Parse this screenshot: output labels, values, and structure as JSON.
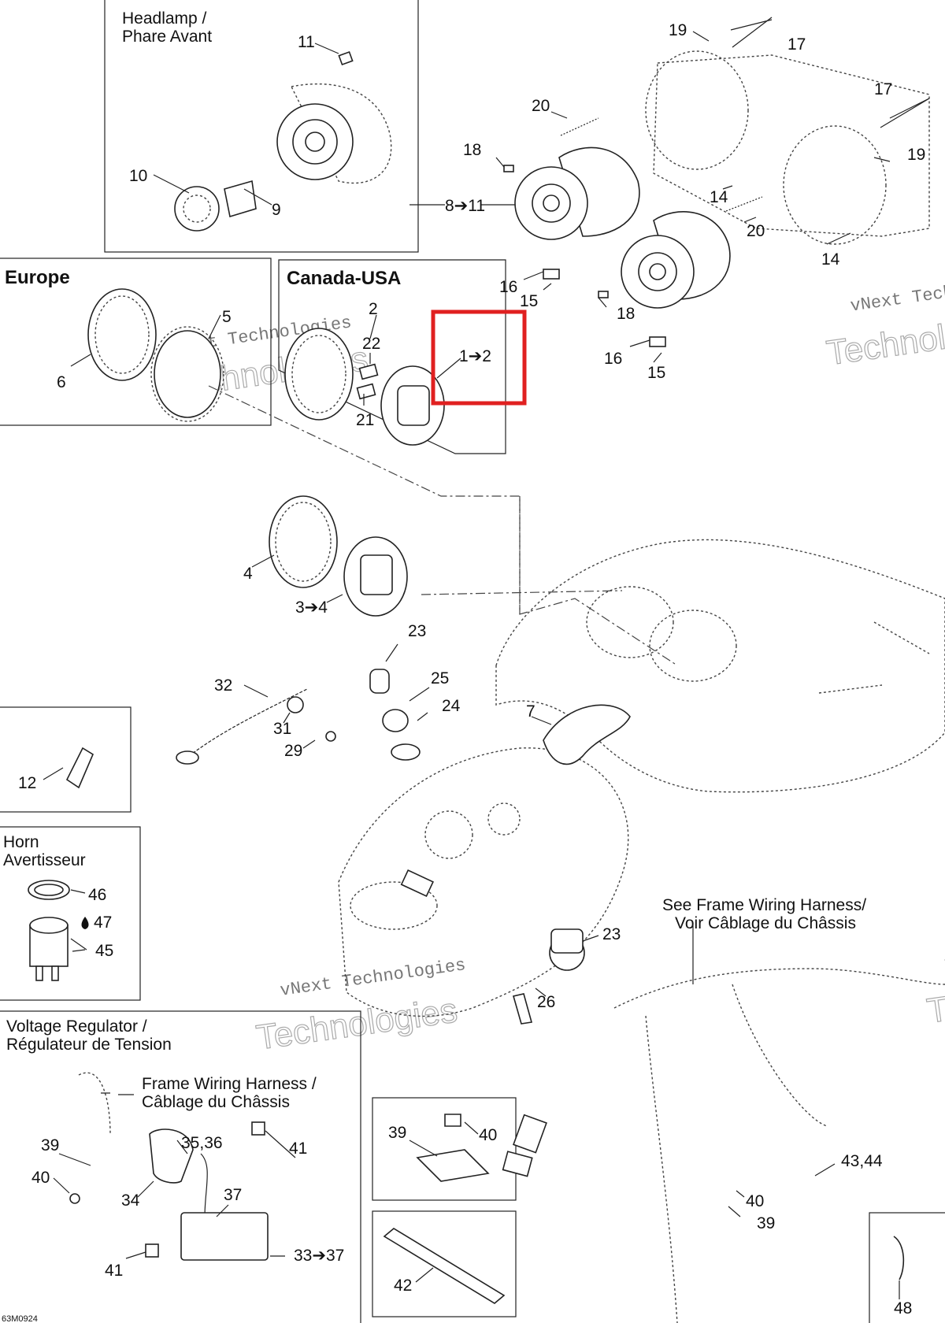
{
  "sections": {
    "headlamp_title": [
      "Headlamp /",
      "Phare Avant"
    ],
    "europe_title": "Europe",
    "canada_usa_title": "Canada-USA",
    "horn_title": [
      "Horn",
      "Avertisseur"
    ],
    "voltage_regulator_title": [
      "Voltage Regulator /",
      "Régulateur de Tension"
    ],
    "frame_harness_note_main": [
      "See Frame Wiring Harness/",
      "Voir Câblage du Châssis"
    ],
    "frame_harness_note_box": [
      "Frame Wiring Harness /",
      "Câblage du Châssis"
    ]
  },
  "callouts": {
    "c11_top": "11",
    "c10": "10",
    "c9": "9",
    "c8_11": "8➔11",
    "c19a": "19",
    "c17a": "17",
    "c17b": "17",
    "c19b": "19",
    "c20a": "20",
    "c18a": "18",
    "c14a": "14",
    "c20b": "20",
    "c14b": "14",
    "c16a": "16",
    "c15a": "15",
    "c18b": "18",
    "c16b": "16",
    "c15b": "15",
    "c6": "6",
    "c5": "5",
    "c2": "2",
    "c22": "22",
    "c21": "21",
    "c1_2": "1➔2",
    "c4": "4",
    "c3_4": "3➔4",
    "c23a": "23",
    "c25": "25",
    "c24": "24",
    "c32": "32",
    "c31": "31",
    "c29": "29",
    "c7": "7",
    "c12": "12",
    "c46": "46",
    "c47": "47",
    "c45": "45",
    "c23b": "23",
    "c26": "26",
    "c39a": "39",
    "c40a": "40",
    "c35_36": "35,36",
    "c41a": "41",
    "c34": "34",
    "c37": "37",
    "c41b": "41",
    "c33_37": "33➔37",
    "c39b": "39",
    "c40b": "40",
    "c42": "42",
    "c43_44": "43,44",
    "c40c": "40",
    "c39c": "39",
    "c48": "48"
  },
  "watermark": {
    "line1": "vNext Technologies",
    "line2": "Technologies"
  },
  "footer_code": "63M0924",
  "highlight_color": "#e02020"
}
